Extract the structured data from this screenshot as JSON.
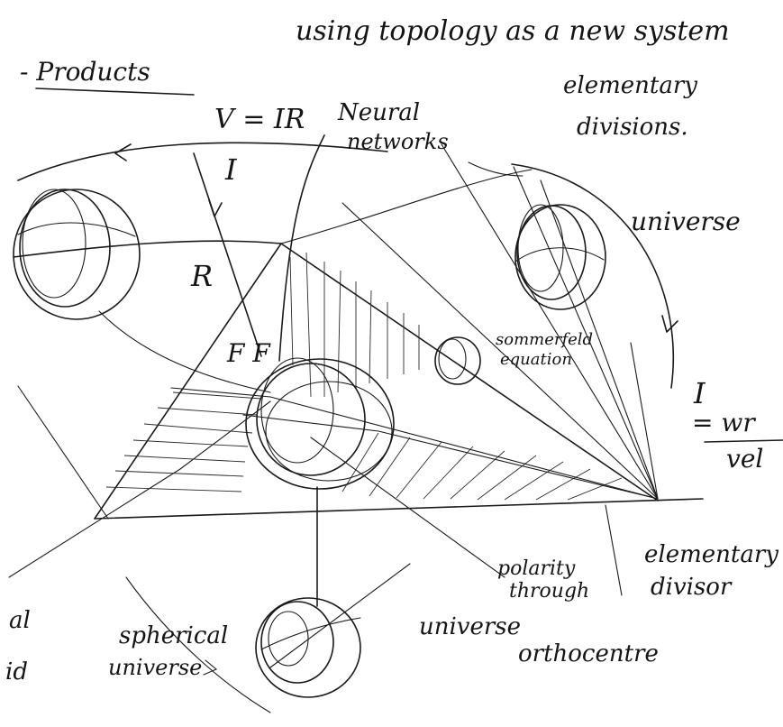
{
  "labels": {
    "title": "using topology as a new system",
    "products": "- Products",
    "ohms_law": "V = IR",
    "current_top": "I",
    "resistance": "R",
    "ff": "F F",
    "neural": "Neural",
    "networks": "networks",
    "elementary_divisions_1": "elementary",
    "elementary_divisions_2": "divisions.",
    "universe_right": "universe",
    "sommerfeld_1": "sommerfeld",
    "sommerfeld_2": "equation",
    "current_right": "I",
    "eq_num": "= wr",
    "eq_den": "vel",
    "polarity_1": "polarity",
    "polarity_2": "through",
    "elementary_divisor_1": "elementary",
    "elementary_divisor_2": "divisor",
    "universe_bottom": "universe",
    "orthocentre": "orthocentre",
    "spherical": "spherical",
    "universe_sph": "universe",
    "edge_1": "al",
    "edge_2": "id"
  },
  "colors": {
    "ink": "#1a1a1a",
    "paper": "#ffffff"
  }
}
